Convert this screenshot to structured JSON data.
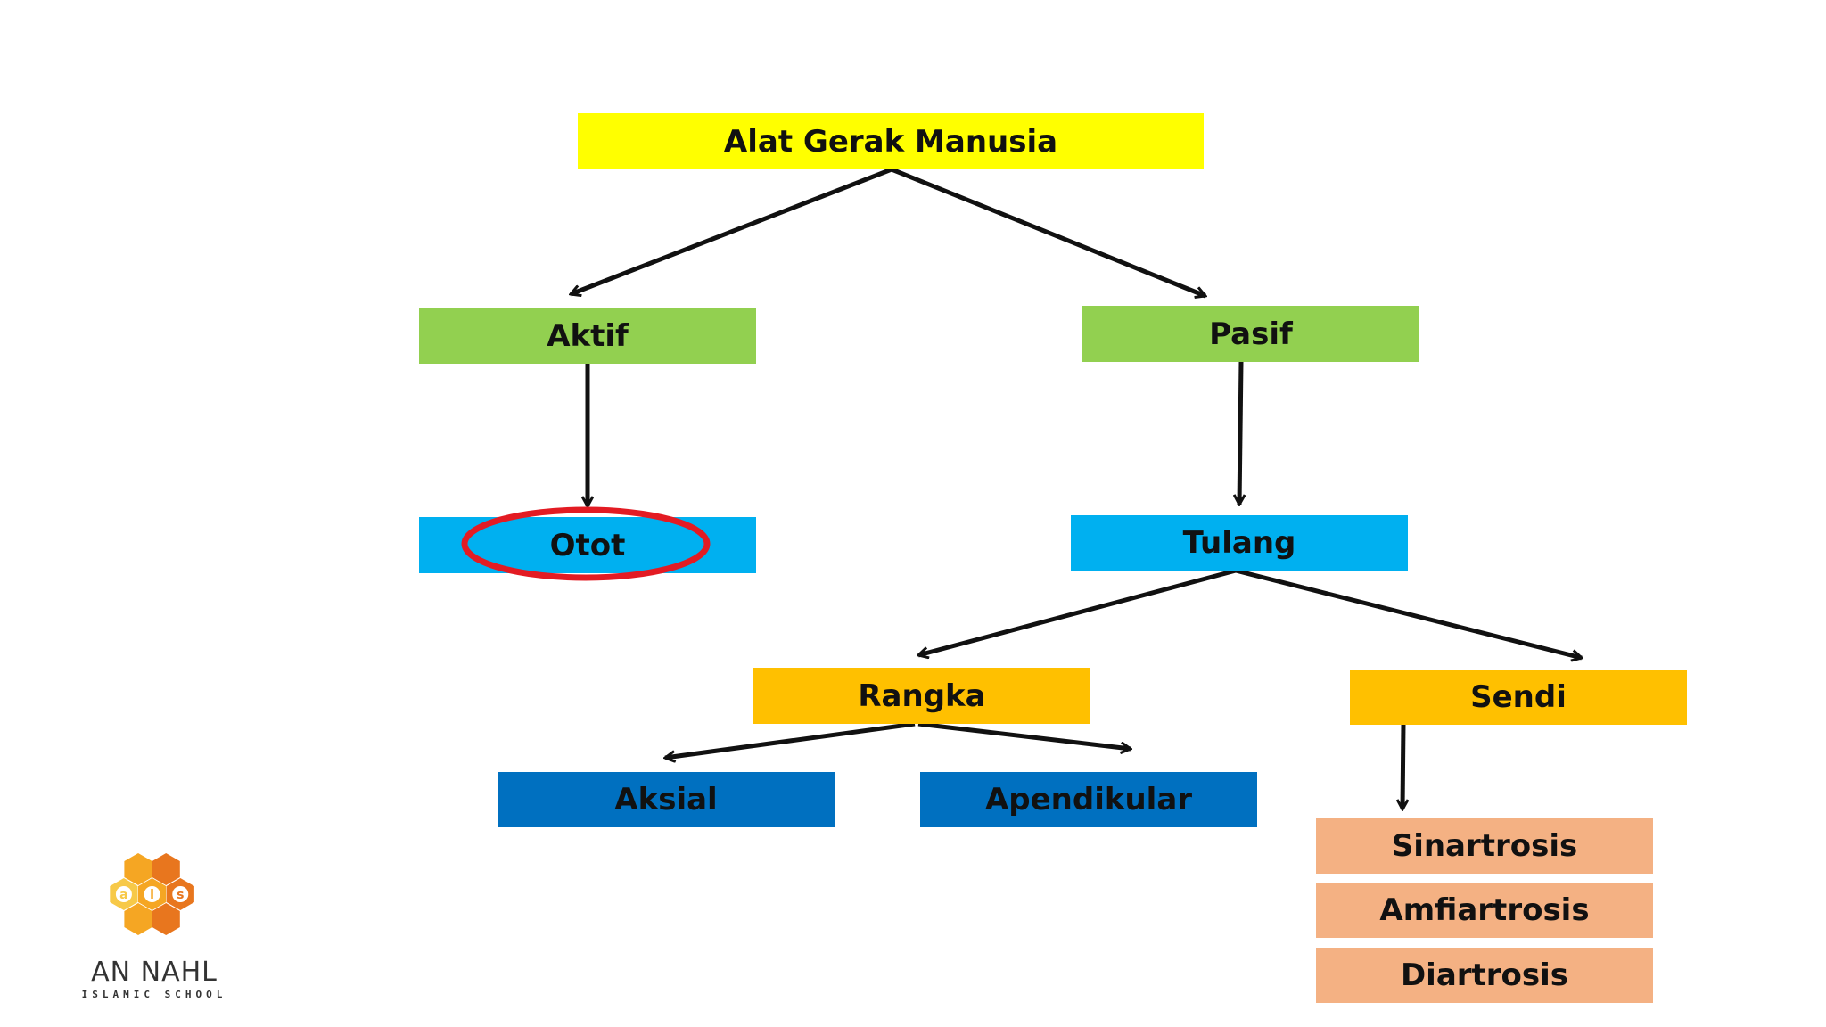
{
  "diagram": {
    "root": {
      "label": "Alat Gerak Manusia",
      "color": "#ffff00"
    },
    "aktif": {
      "label": "Aktif",
      "color": "#92d050"
    },
    "pasif": {
      "label": "Pasif",
      "color": "#92d050"
    },
    "otot": {
      "label": "Otot",
      "color": "#00b0f0",
      "highlight_color": "#e31b23"
    },
    "tulang": {
      "label": "Tulang",
      "color": "#00b0f0"
    },
    "rangka": {
      "label": "Rangka",
      "color": "#ffc000"
    },
    "sendi": {
      "label": "Sendi",
      "color": "#ffc000"
    },
    "aksial": {
      "label": "Aksial",
      "color": "#0070c0"
    },
    "apendikular": {
      "label": "Apendikular",
      "color": "#0070c0"
    },
    "sinartrosis": {
      "label": "Sinartrosis",
      "color": "#f4b183"
    },
    "amfiartrosis": {
      "label": "Amfiartrosis",
      "color": "#f4b183"
    },
    "diartrosis": {
      "label": "Diartrosis",
      "color": "#f4b183"
    }
  },
  "logo": {
    "letters": [
      "a",
      "i",
      "s"
    ],
    "name": "AN NAHL",
    "subtitle": "ISLAMIC SCHOOL",
    "colors": [
      "#f5a623",
      "#e8761e",
      "#f7c948"
    ]
  }
}
